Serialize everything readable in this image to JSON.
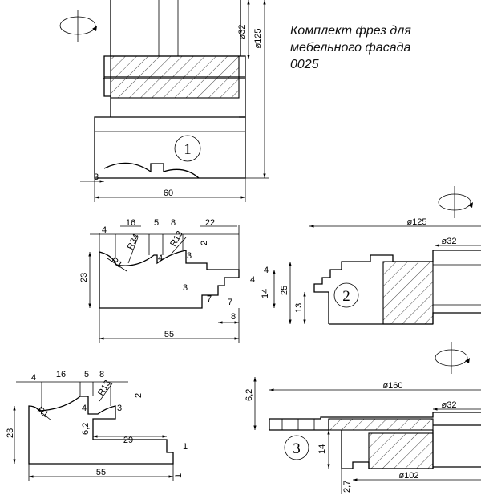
{
  "title": {
    "line1": "Комплект фрез для",
    "line2": "мебельного фасада",
    "line3": "0025"
  },
  "detail_1": {
    "number": "1",
    "dim_bore": "ø32",
    "dim_outer": "ø125",
    "dim_width": "60",
    "dim_step": "3"
  },
  "profile_1": {
    "d4": "4",
    "d16": "16",
    "d5": "5",
    "d8": "8",
    "d22": "22",
    "r34": "R34",
    "r13": "R13",
    "r1": "R1",
    "d2": "2",
    "d4a": "4",
    "d3a": "3",
    "d4b": "4",
    "d4c": "4",
    "d3b": "3",
    "d7a": "7",
    "d7b": "7",
    "d14": "14",
    "d8b": "8",
    "d23": "23",
    "d55": "55"
  },
  "detail_2": {
    "number": "2",
    "dim_outer": "ø125",
    "dim_bore": "ø32",
    "dim_25": "25",
    "dim_13": "13"
  },
  "profile_2": {
    "d4": "4",
    "d16": "16",
    "d5": "5",
    "d8": "8",
    "r13": "R13",
    "r1": "R1",
    "d2": "2",
    "d4a": "4",
    "d3": "3",
    "d62": "6,2",
    "d29": "29",
    "d1a": "1",
    "d1b": "1",
    "d23": "23",
    "d55": "55"
  },
  "detail_3": {
    "number": "3",
    "dim_outer": "ø160",
    "dim_bore": "ø32",
    "dim_62": "6,2",
    "dim_14": "14",
    "dim_27": "2,7",
    "dim_102": "ø102"
  }
}
